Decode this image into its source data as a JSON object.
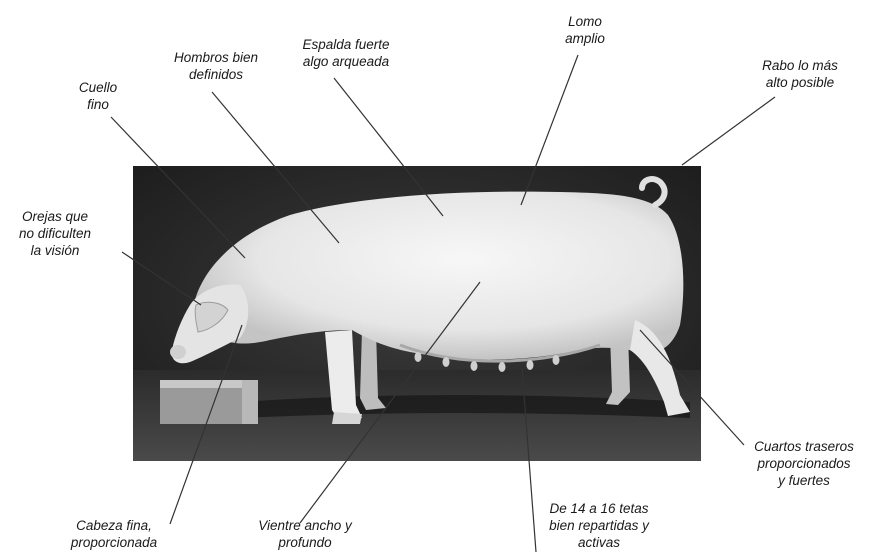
{
  "labels": {
    "lomo": [
      "Lomo",
      "amplio"
    ],
    "espalda": [
      "Espalda fuerte",
      "algo arqueada"
    ],
    "hombros": [
      "Hombros bien",
      "definidos"
    ],
    "cuello": [
      "Cuello",
      "fino"
    ],
    "rabo": [
      "Rabo lo más",
      "alto posible"
    ],
    "orejas": [
      "Orejas que",
      "no dificulten",
      "la visión"
    ],
    "cuartos": [
      "Cuartos traseros",
      "proporcionados",
      "y fuertes"
    ],
    "cabeza": [
      "Cabeza fina,",
      "proporcionada"
    ],
    "vientre": [
      "Vientre ancho y",
      "profundo"
    ],
    "tetas": [
      "De 14 a 16 tetas",
      "bien repartidas y",
      "activas"
    ]
  }
}
